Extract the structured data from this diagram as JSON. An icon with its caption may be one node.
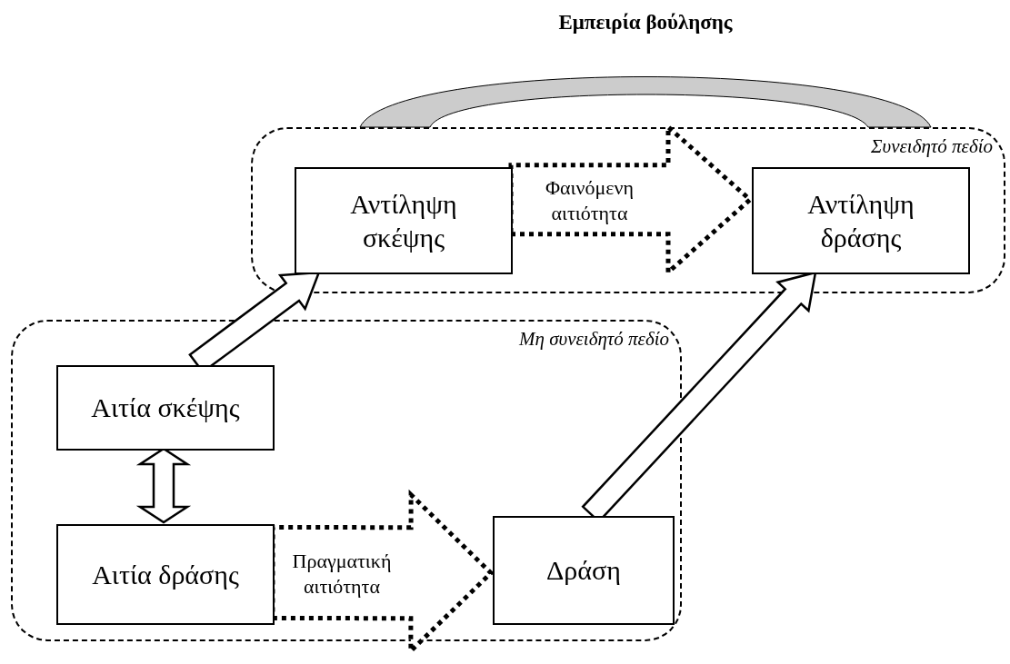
{
  "diagram": {
    "title": "Εμπειρία βούλησης",
    "nodes": [
      {
        "text": [
          "Συνειδητό πεδίο"
        ]
      },
      {
        "text": [
          "Αντίληψη σκέψης"
        ],
        "in": 0
      },
      {
        "text": [
          "Αντίληψη δράσης"
        ],
        "in": 0
      },
      {
        "text": [
          "Μη συνειδητό πεδίο"
        ]
      },
      {
        "text": [
          "Αιτία σκέψης"
        ],
        "in": 3
      },
      {
        "text": [
          "Αιτία δράσης"
        ],
        "in": 3
      },
      {
        "text": [
          "Δράση"
        ],
        "in": 3
      },
      {
        "text": [],
        "shape": "arc"
      }
    ],
    "edges": [
      {
        "from": 4,
        "to": 1,
        "arrow": "to",
        "style": "thick"
      },
      {
        "from": 1,
        "to": 2,
        "arrow": "to",
        "style": "dashed",
        "label": "Φαινόμενη αιτιότητα"
      },
      {
        "from": 4,
        "to": 5,
        "arrow": "both",
        "style": "thick"
      },
      {
        "from": 5,
        "to": 6,
        "arrow": "to",
        "style": "dashed",
        "label": "Πραγματική αιτιότητα"
      },
      {
        "from": 6,
        "to": 2,
        "arrow": "to",
        "style": "thick"
      }
    ]
  }
}
